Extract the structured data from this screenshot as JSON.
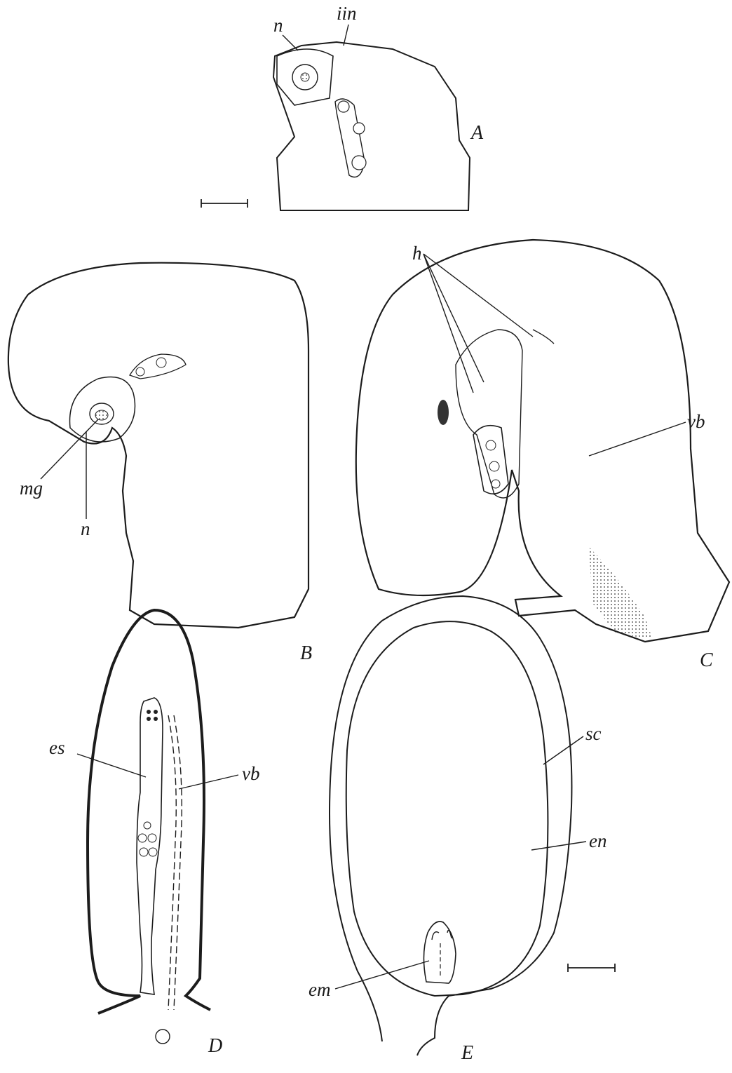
{
  "figure": {
    "panels": {
      "A": "A",
      "B": "B",
      "C": "C",
      "D": "D",
      "E": "E"
    },
    "labels": {
      "n_top": "n",
      "iin": "iin",
      "mg": "mg",
      "n_B": "n",
      "h": "h",
      "vb_C": "vb",
      "es": "es",
      "vb_D": "vb",
      "sc": "sc",
      "en": "en",
      "em": "em"
    }
  }
}
